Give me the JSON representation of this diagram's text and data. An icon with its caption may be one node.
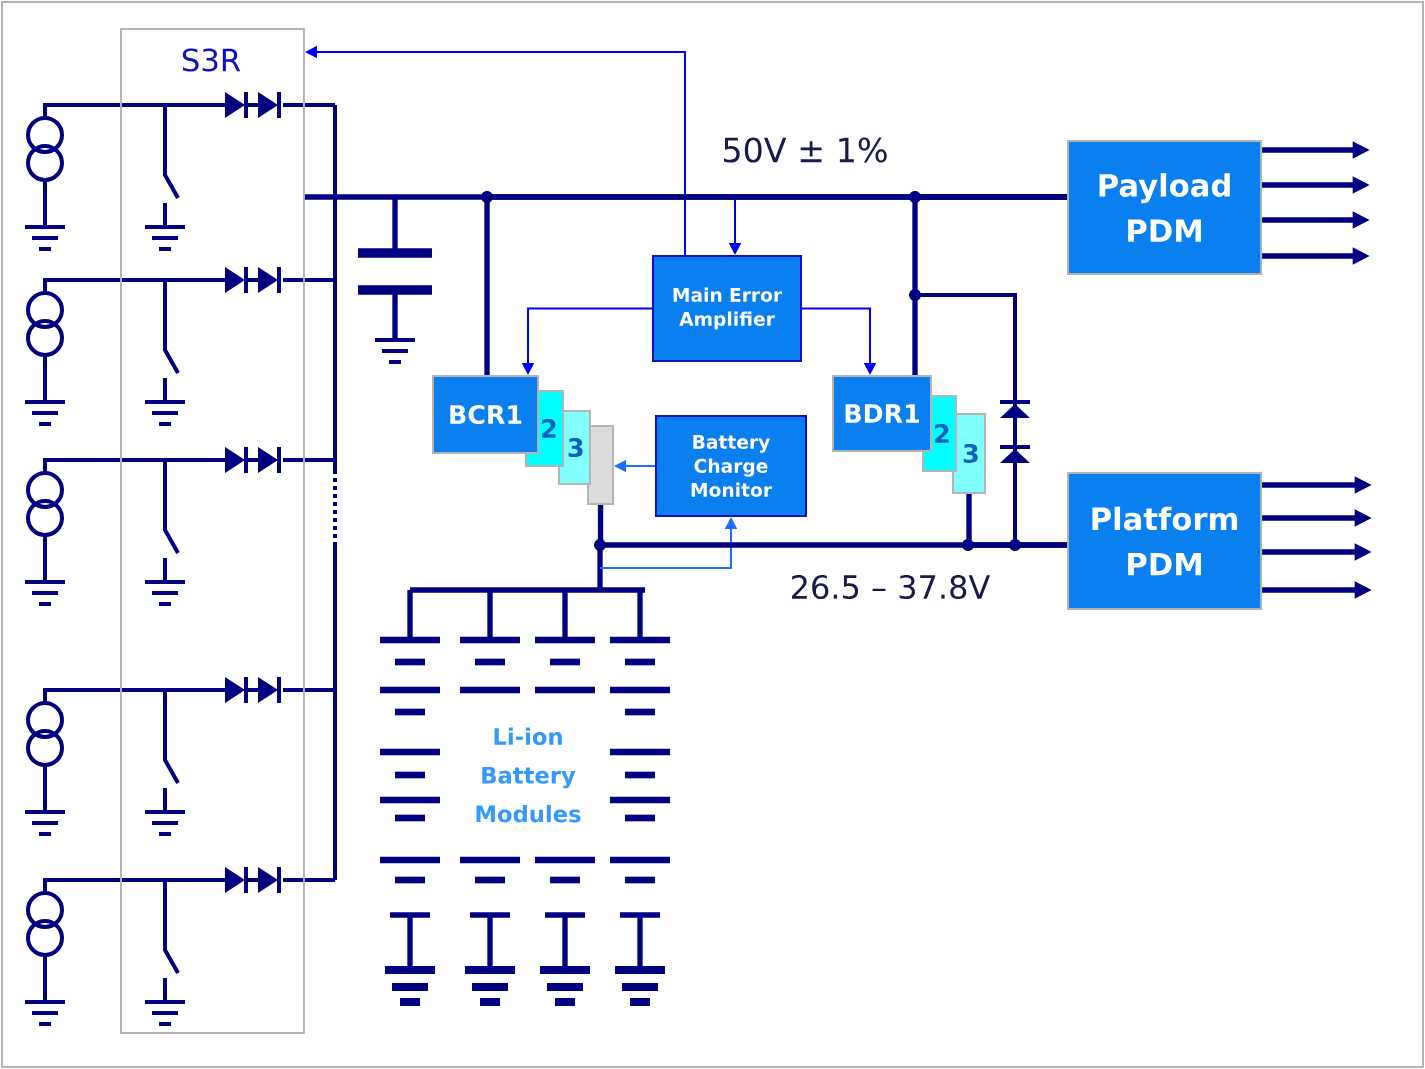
{
  "diagram": {
    "nodes": [
      {
        "text": [
          "S3R"
        ]
      },
      {
        "text": [
          "Main Error Amplifier"
        ]
      },
      {
        "text": [
          "BCR1"
        ]
      },
      {
        "text": [
          "2"
        ]
      },
      {
        "text": [
          "3"
        ]
      },
      {
        "text": [],
        "shape": "box"
      },
      {
        "text": [
          "BDR1"
        ]
      },
      {
        "text": [
          "2"
        ]
      },
      {
        "text": [
          "3"
        ]
      },
      {
        "text": [
          "Battery Charge Monitor"
        ]
      },
      {
        "text": [
          "Payload PDM"
        ]
      },
      {
        "text": [
          "Platform PDM"
        ]
      }
    ],
    "edges": [
      {
        "from": 1,
        "to": 0,
        "arrow": "to",
        "color": "#0000ff"
      },
      {
        "from": null,
        "to": 1,
        "arrow": "to",
        "color": "#0000ff"
      },
      {
        "from": 1,
        "to": 2,
        "arrow": "to",
        "color": "#0000ff"
      },
      {
        "from": 1,
        "to": 6,
        "arrow": "to",
        "color": "#0000ff"
      },
      {
        "from": 9,
        "to": 5,
        "arrow": "to",
        "color": "#1e6fff"
      },
      {
        "from": null,
        "to": 9,
        "arrow": "to",
        "color": "#1e6fff"
      },
      {
        "from": 0,
        "to": 10,
        "arrow": "none",
        "color": "#000080"
      },
      {
        "from": 5,
        "to": 11,
        "arrow": "none",
        "color": "#000080"
      },
      {
        "from": 10,
        "to": null,
        "arrow": "to",
        "color": "#000080"
      },
      {
        "from": 10,
        "to": null,
        "arrow": "to",
        "color": "#000080"
      },
      {
        "from": 10,
        "to": null,
        "arrow": "to",
        "color": "#000080"
      },
      {
        "from": 10,
        "to": null,
        "arrow": "to",
        "color": "#000080"
      },
      {
        "from": 11,
        "to": null,
        "arrow": "to",
        "color": "#000080"
      },
      {
        "from": 11,
        "to": null,
        "arrow": "to",
        "color": "#000080"
      },
      {
        "from": 11,
        "to": null,
        "arrow": "to",
        "color": "#000080"
      },
      {
        "from": 11,
        "to": null,
        "arrow": "to",
        "color": "#000080"
      },
      {
        "from": 2,
        "to": 10,
        "arrow": "none",
        "color": "#000080"
      },
      {
        "from": 6,
        "to": 10,
        "arrow": "none",
        "color": "#000080"
      },
      {
        "from": 8,
        "to": 11,
        "arrow": "none",
        "color": "#000080"
      }
    ],
    "labels": [
      "50V ± 1%",
      "26.5 – 37.8V",
      "Li-ion Battery Modules"
    ]
  }
}
